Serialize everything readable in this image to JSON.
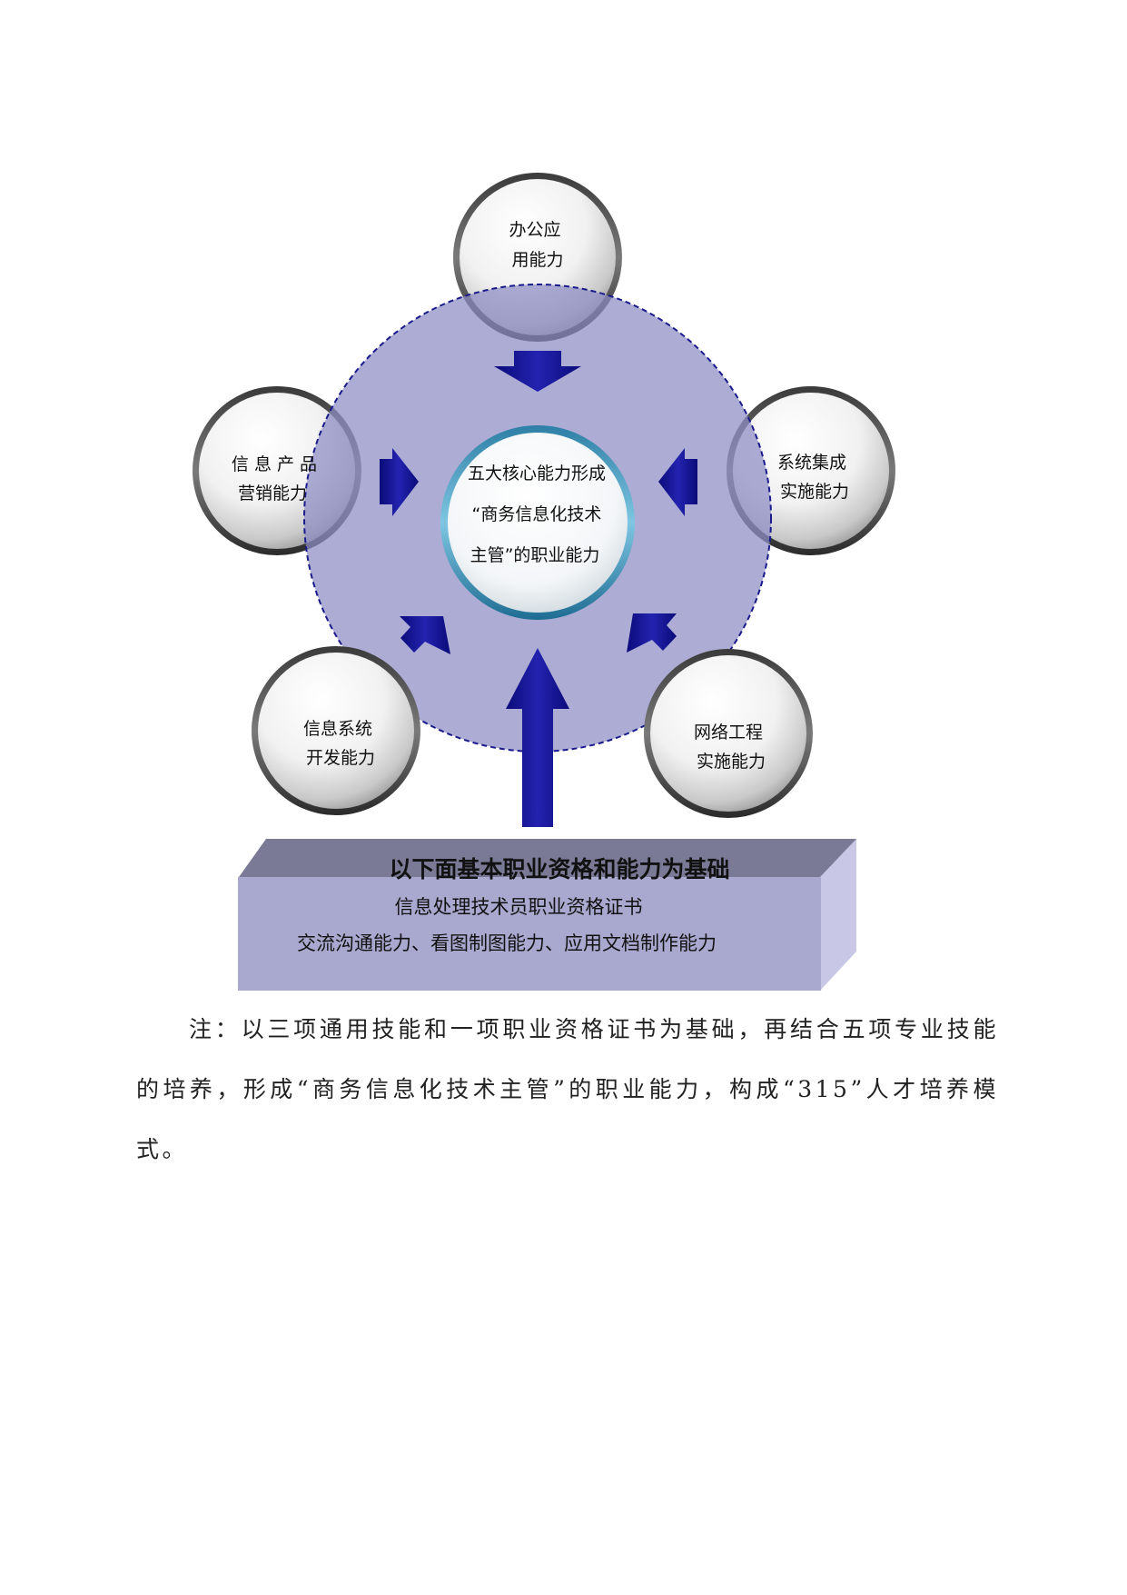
{
  "diagram": {
    "center": {
      "lines": [
        "五大核心能力形成",
        "“商务信息化技术",
        "主管”的职业能力"
      ]
    },
    "nodes": [
      {
        "id": "office",
        "lines": [
          "办公应",
          "用能力"
        ]
      },
      {
        "id": "marketing",
        "lines": [
          "信 息 产 品",
          "营销能力"
        ]
      },
      {
        "id": "integration",
        "lines": [
          "系统集成",
          "实施能力"
        ]
      },
      {
        "id": "development",
        "lines": [
          "信息系统",
          "开发能力"
        ]
      },
      {
        "id": "network",
        "lines": [
          "网络工程",
          "实施能力"
        ]
      }
    ],
    "base": {
      "title": "以下面基本职业资格和能力为基础",
      "line1": "信息处理技术员职业资格证书",
      "line2": "交流沟通能力、看图制图能力、应用文档制作能力"
    },
    "colors": {
      "big_circle": "#a8a8d2",
      "dashed_border": "#1a1a8c",
      "arrow": "#12128a",
      "center_ring": "#4aa3c8",
      "box_front": "#a9a9cf",
      "box_top": "#7a7a96",
      "box_side": "#c8c8e6"
    }
  },
  "note": {
    "text": "注：以三项通用技能和一项职业资格证书为基础，再结合五项专业技能的培养，形成“商务信息化技术主管”的职业能力，构成“315”人才培养模式。"
  }
}
